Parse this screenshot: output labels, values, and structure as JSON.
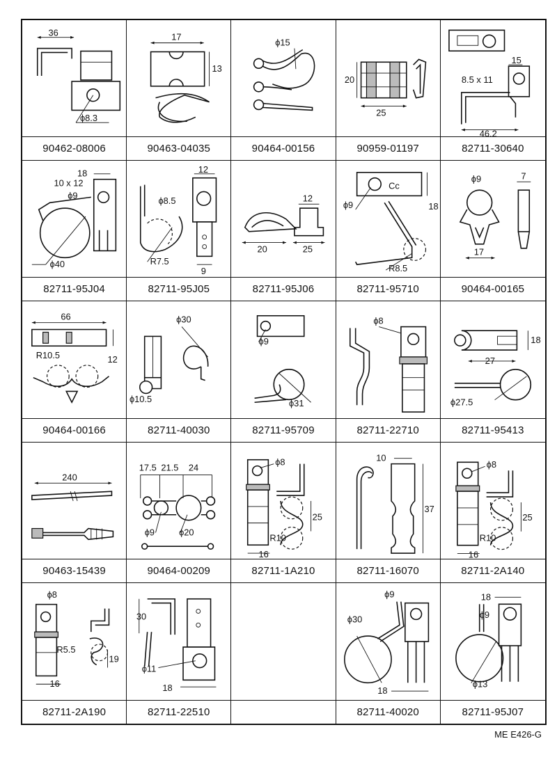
{
  "parts": [
    {
      "number": "90462-08006",
      "dims": [
        "36",
        "ϕ8.3"
      ]
    },
    {
      "number": "90463-04035",
      "dims": [
        "17",
        "13"
      ]
    },
    {
      "number": "90464-00156",
      "dims": [
        "ϕ15"
      ]
    },
    {
      "number": "90959-01197",
      "dims": [
        "20",
        "25"
      ]
    },
    {
      "number": "82711-30640",
      "dims": [
        "15",
        "8.5 x 11",
        "46.2"
      ]
    },
    {
      "number": "82711-95J04",
      "dims": [
        "18",
        "10 x 12",
        "ϕ9",
        "ϕ40"
      ]
    },
    {
      "number": "82711-95J05",
      "dims": [
        "12",
        "ϕ8.5",
        "R7.5",
        "9"
      ]
    },
    {
      "number": "82711-95J06",
      "dims": [
        "12",
        "20",
        "25"
      ]
    },
    {
      "number": "82711-95710",
      "dims": [
        "ϕ9",
        "18",
        "R8.5"
      ]
    },
    {
      "number": "90464-00165",
      "dims": [
        "ϕ9",
        "7",
        "17"
      ]
    },
    {
      "number": "90464-00166",
      "dims": [
        "66",
        "R10.5",
        "12"
      ]
    },
    {
      "number": "82711-40030",
      "dims": [
        "ϕ30",
        "ϕ10.5"
      ]
    },
    {
      "number": "82711-95709",
      "dims": [
        "ϕ9",
        "ϕ31"
      ]
    },
    {
      "number": "82711-22710",
      "dims": [
        "ϕ8"
      ]
    },
    {
      "number": "82711-95413",
      "dims": [
        "18",
        "27",
        "ϕ27.5"
      ]
    },
    {
      "number": "90463-15439",
      "dims": [
        "240"
      ]
    },
    {
      "number": "90464-00209",
      "dims": [
        "17.5",
        "21.5",
        "24",
        "ϕ9",
        "ϕ20"
      ]
    },
    {
      "number": "82711-1A210",
      "dims": [
        "ϕ8",
        "25",
        "R10",
        "16"
      ]
    },
    {
      "number": "82711-16070",
      "dims": [
        "10",
        "37"
      ]
    },
    {
      "number": "82711-2A140",
      "dims": [
        "ϕ8",
        "25",
        "R10",
        "16"
      ]
    },
    {
      "number": "82711-2A190",
      "dims": [
        "ϕ8",
        "R5.5",
        "19",
        "16"
      ]
    },
    {
      "number": "82711-22510",
      "dims": [
        "30",
        "ϕ11",
        "18"
      ]
    },
    {
      "number": "",
      "dims": []
    },
    {
      "number": "82711-40020",
      "dims": [
        "ϕ9",
        "ϕ30",
        "18"
      ]
    },
    {
      "number": "82711-95J07",
      "dims": [
        "18",
        "ϕ9",
        "ϕ13"
      ]
    }
  ],
  "footer": "ME  E426-G"
}
